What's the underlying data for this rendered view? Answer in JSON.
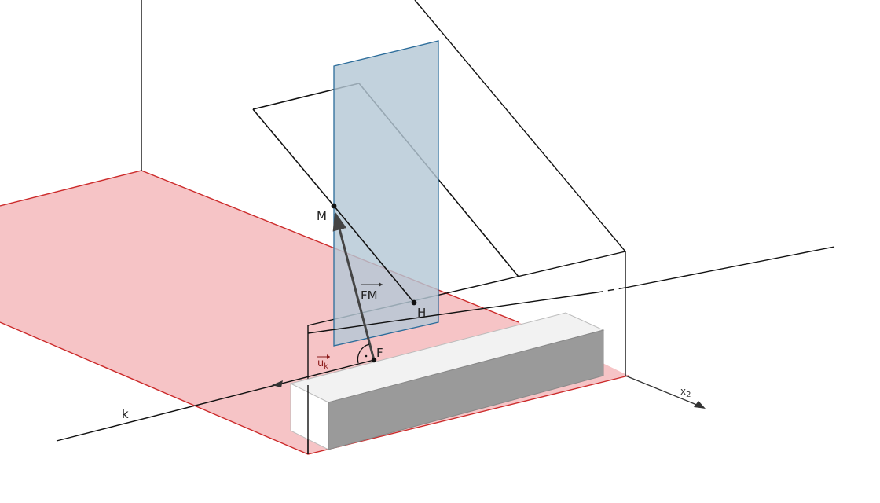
{
  "labels": {
    "point_m": "M",
    "point_h": "H",
    "point_f": "F",
    "vector_fm": "FM",
    "vector_uk_base": "u",
    "vector_uk_sub": "k",
    "line_k": "k",
    "axis_x2_base": "x",
    "axis_x2_sub": "2"
  },
  "colors": {
    "ground_fill": "#f6c4c6",
    "ground_edge": "#cc2b2b",
    "plane_fill": "#b4c8d6",
    "plane_edge": "#2b6c9a",
    "line": "#111111",
    "vector": "#444444",
    "block_front": "#ffffff",
    "block_side": "#9a9a9a",
    "block_top": "#f2f2f2"
  },
  "icons": {
    "right_angle_mark": "right-angle-icon",
    "arrowhead": "arrowhead-icon"
  }
}
